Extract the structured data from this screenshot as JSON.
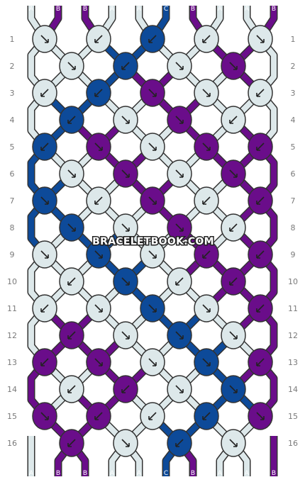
{
  "colors": {
    "A": "#dde8ea",
    "B": "#6a0d8a",
    "C": "#0d4a99",
    "edge": "#333333",
    "arrow": "#222222"
  },
  "watermark": "BRACELETBOOK.COM",
  "strands": {
    "top": [
      "A",
      "B",
      "B",
      "A",
      "A",
      "C",
      "B",
      "A",
      "A",
      "B"
    ],
    "bottom": [
      "A",
      "B",
      "B",
      "A",
      "A",
      "C",
      "B",
      "A",
      "A",
      "B"
    ]
  },
  "rows": [
    {
      "number": "1",
      "knots": [
        {
          "color": "A",
          "dir": "se"
        },
        {
          "color": "A",
          "dir": "sw"
        },
        {
          "color": "C",
          "dir": "sw"
        },
        {
          "color": "A",
          "dir": "sw"
        },
        {
          "color": "A",
          "dir": "se"
        }
      ]
    },
    {
      "number": "2",
      "knots": [
        {
          "color": "A",
          "dir": "se"
        },
        {
          "color": "C",
          "dir": "sw"
        },
        {
          "color": "A",
          "dir": "se"
        },
        {
          "color": "B",
          "dir": "se"
        }
      ]
    },
    {
      "number": "3",
      "knots": [
        {
          "color": "A",
          "dir": "sw"
        },
        {
          "color": "C",
          "dir": "sw"
        },
        {
          "color": "B",
          "dir": "se"
        },
        {
          "color": "A",
          "dir": "se"
        },
        {
          "color": "A",
          "dir": "sw"
        }
      ]
    },
    {
      "number": "4",
      "knots": [
        {
          "color": "C",
          "dir": "sw"
        },
        {
          "color": "A",
          "dir": "se"
        },
        {
          "color": "B",
          "dir": "se"
        },
        {
          "color": "A",
          "dir": "sw"
        }
      ]
    },
    {
      "number": "5",
      "knots": [
        {
          "color": "C",
          "dir": "sw"
        },
        {
          "color": "B",
          "dir": "se"
        },
        {
          "color": "A",
          "dir": "se"
        },
        {
          "color": "B",
          "dir": "se"
        },
        {
          "color": "B",
          "dir": "sw"
        }
      ]
    },
    {
      "number": "6",
      "knots": [
        {
          "color": "A",
          "dir": "se"
        },
        {
          "color": "B",
          "dir": "se"
        },
        {
          "color": "A",
          "dir": "se"
        },
        {
          "color": "B",
          "dir": "se"
        }
      ]
    },
    {
      "number": "7",
      "knots": [
        {
          "color": "C",
          "dir": "se"
        },
        {
          "color": "A",
          "dir": "sw"
        },
        {
          "color": "B",
          "dir": "se"
        },
        {
          "color": "A",
          "dir": "sw"
        },
        {
          "color": "B",
          "dir": "sw"
        }
      ]
    },
    {
      "number": "8",
      "knots": [
        {
          "color": "C",
          "dir": "se"
        },
        {
          "color": "A",
          "dir": "se"
        },
        {
          "color": "B",
          "dir": "se"
        },
        {
          "color": "A",
          "dir": "sw"
        }
      ]
    },
    {
      "number": "9",
      "knots": [
        {
          "color": "A",
          "dir": "se"
        },
        {
          "color": "C",
          "dir": "se"
        },
        {
          "color": "A",
          "dir": "se"
        },
        {
          "color": "B",
          "dir": "sw"
        },
        {
          "color": "B",
          "dir": "sw"
        }
      ]
    },
    {
      "number": "10",
      "knots": [
        {
          "color": "A",
          "dir": "sw"
        },
        {
          "color": "C",
          "dir": "se"
        },
        {
          "color": "A",
          "dir": "sw"
        },
        {
          "color": "B",
          "dir": "sw"
        }
      ]
    },
    {
      "number": "11",
      "knots": [
        {
          "color": "A",
          "dir": "sw"
        },
        {
          "color": "A",
          "dir": "se"
        },
        {
          "color": "C",
          "dir": "se"
        },
        {
          "color": "A",
          "dir": "se"
        },
        {
          "color": "B",
          "dir": "sw"
        }
      ]
    },
    {
      "number": "12",
      "knots": [
        {
          "color": "B",
          "dir": "sw"
        },
        {
          "color": "A",
          "dir": "se"
        },
        {
          "color": "C",
          "dir": "se"
        },
        {
          "color": "A",
          "dir": "se"
        }
      ]
    },
    {
      "number": "13",
      "knots": [
        {
          "color": "B",
          "dir": "sw"
        },
        {
          "color": "B",
          "dir": "se"
        },
        {
          "color": "A",
          "dir": "se"
        },
        {
          "color": "C",
          "dir": "se"
        },
        {
          "color": "B",
          "dir": "sw"
        }
      ]
    },
    {
      "number": "14",
      "knots": [
        {
          "color": "A",
          "dir": "sw"
        },
        {
          "color": "B",
          "dir": "sw"
        },
        {
          "color": "A",
          "dir": "se"
        },
        {
          "color": "C",
          "dir": "se"
        }
      ]
    },
    {
      "number": "15",
      "knots": [
        {
          "color": "B",
          "dir": "se"
        },
        {
          "color": "B",
          "dir": "sw"
        },
        {
          "color": "A",
          "dir": "sw"
        },
        {
          "color": "C",
          "dir": "sw"
        },
        {
          "color": "B",
          "dir": "se"
        }
      ]
    },
    {
      "number": "16",
      "knots": [
        {
          "color": "B",
          "dir": "sw"
        },
        {
          "color": "A",
          "dir": "se"
        },
        {
          "color": "C",
          "dir": "sw"
        },
        {
          "color": "A",
          "dir": "se"
        }
      ]
    }
  ]
}
